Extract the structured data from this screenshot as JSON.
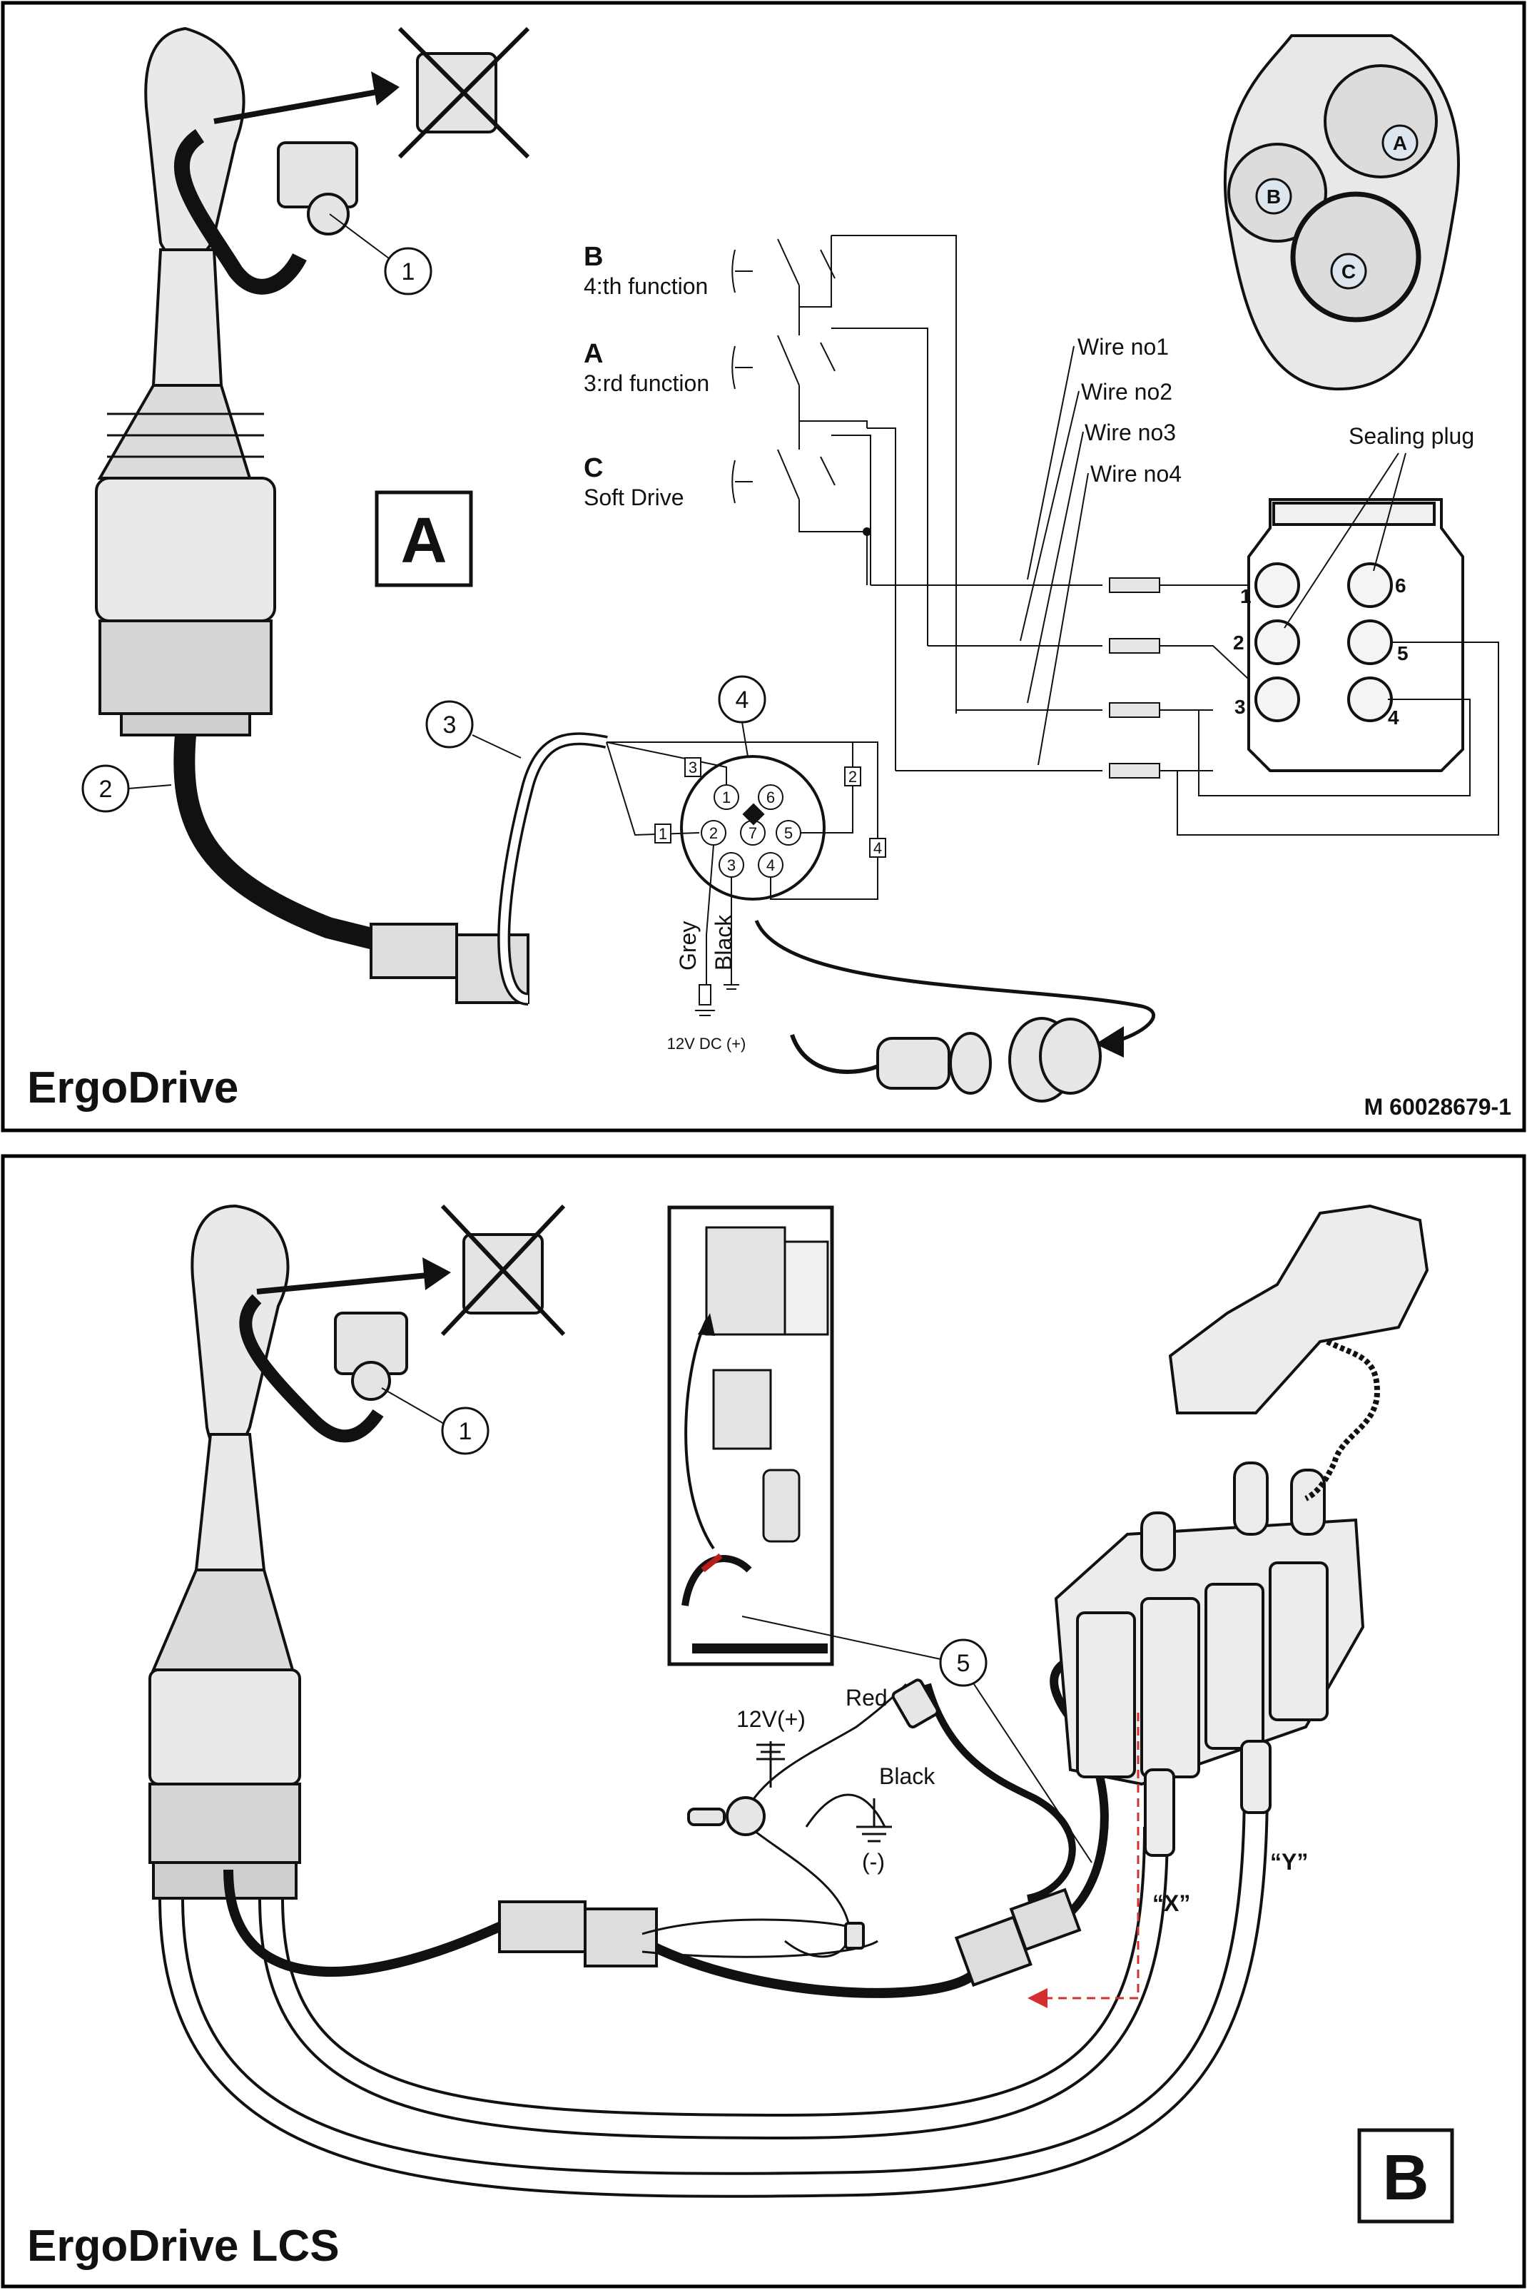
{
  "panel_a": {
    "title": "ErgoDrive",
    "badge": "A",
    "ref_code": "M 60028679-1",
    "callouts": [
      "1",
      "2",
      "3",
      "4"
    ],
    "switches": [
      {
        "letter": "B",
        "function": "4:th function"
      },
      {
        "letter": "A",
        "function": "3:rd function"
      },
      {
        "letter": "C",
        "function": "Soft Drive"
      }
    ],
    "wires": [
      "Wire no1",
      "Wire no2",
      "Wire no3",
      "Wire no4"
    ],
    "sealing_plug": "Sealing plug",
    "connector_pins": [
      "1",
      "2",
      "3",
      "4",
      "5",
      "6"
    ],
    "round_pins": [
      "1",
      "2",
      "3",
      "4",
      "5",
      "6",
      "7"
    ],
    "wire_tags": [
      "1",
      "2",
      "3",
      "4"
    ],
    "grey": "Grey",
    "black": "Black",
    "supply": "12V DC (+)",
    "handle_buttons": [
      "A",
      "B",
      "C"
    ]
  },
  "panel_b": {
    "title": "ErgoDrive LCS",
    "badge": "B",
    "callouts": [
      "1",
      "5"
    ],
    "supply": "12V(+)",
    "ground": "(-)",
    "red": "Red",
    "black": "Black",
    "port_x": "“X”",
    "port_y": "“Y”",
    "hose_y": "Y",
    "hose_x": "X"
  }
}
